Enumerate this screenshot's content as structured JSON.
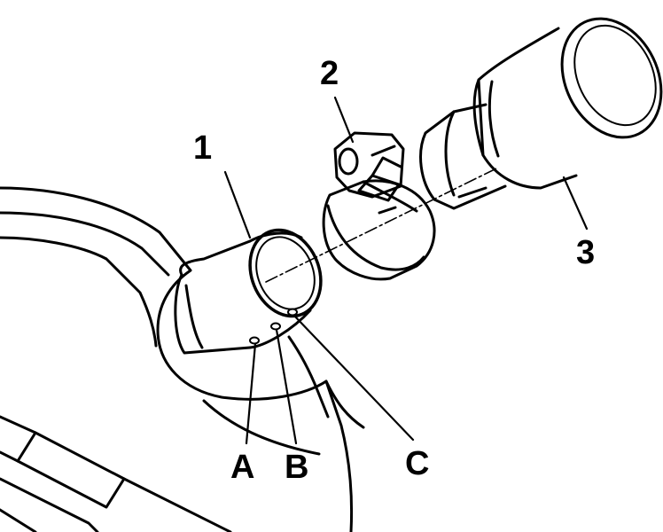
{
  "callouts": {
    "one": "1",
    "two": "2",
    "three": "3",
    "a": "A",
    "b": "B",
    "c": "C"
  },
  "colors": {
    "line": "#000000",
    "background": "#ffffff"
  }
}
